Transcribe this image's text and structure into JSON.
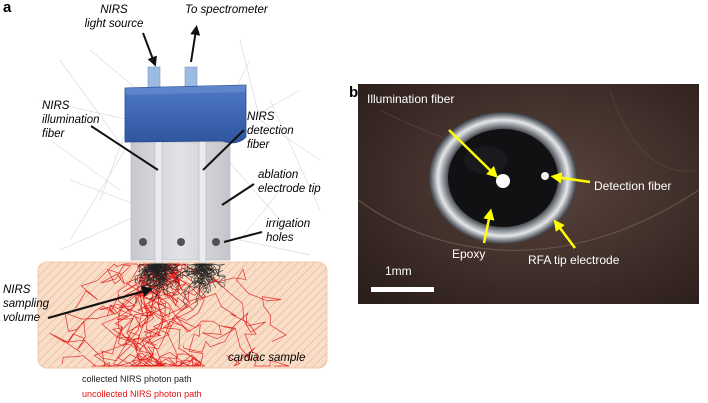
{
  "panel_a": {
    "letter": "a",
    "top_labels": {
      "light_source_line1": "NIRS",
      "light_source_line2": "light source",
      "spectrometer": "To spectrometer"
    },
    "left_labels": {
      "illum_line1": "NIRS",
      "illum_line2": "illumination",
      "illum_line3": "fiber",
      "sampling_line1": "NIRS",
      "sampling_line2": "sampling",
      "sampling_line3": "volume"
    },
    "right_labels": {
      "detect_line1": "NIRS",
      "detect_line2": "detection",
      "detect_line3": "fiber",
      "ablation_line1": "ablation",
      "ablation_line2": "electrode tip",
      "irrigation_line1": "irrigation",
      "irrigation_line2": "holes"
    },
    "sample_label": "cardiac sample",
    "legend": {
      "collected": "collected NIRS photon path",
      "uncollected": "uncollected NIRS photon path"
    },
    "colors": {
      "collected": "#222222",
      "uncollected": "#e01010",
      "sample_fill": "#f7d9c4",
      "cap_blue": "#3d67b5",
      "connector": "#9bbbe0",
      "electrode": "#d4d6db"
    }
  },
  "panel_b": {
    "letter": "b",
    "labels": {
      "illumination": "Illumination fiber",
      "detection": "Detection fiber",
      "epoxy": "Epoxy",
      "electrode": "RFA tip electrode",
      "scale": "1mm"
    },
    "colors": {
      "arrow": "#ffff00",
      "background": "#3a2a26"
    }
  }
}
